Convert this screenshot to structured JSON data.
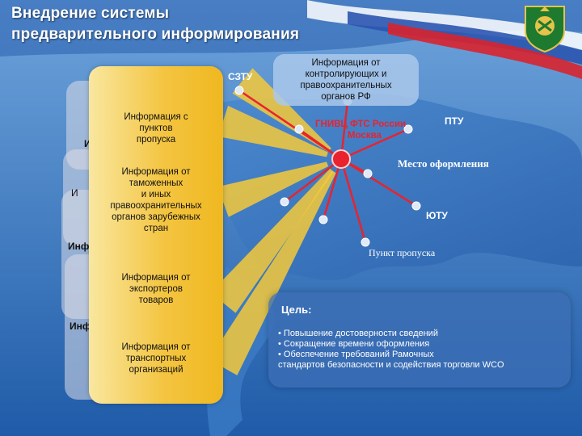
{
  "title": {
    "line1": "Внедрение системы",
    "line2": "предварительного информирования"
  },
  "colors": {
    "background": "#2e6fb7",
    "card": "#f4c542",
    "hub": "#e8232e",
    "line_red": "#e8232e",
    "arrow": "#f5c93a",
    "goal_box": "#3c6eb4"
  },
  "emblem_icon": "customs-emblem-icon",
  "cards": [
    {
      "lines": [
        "Информация с",
        "пунктов",
        "пропуска"
      ]
    },
    {
      "lines": [
        "Информация от",
        "таможенных",
        "и иных",
        "правоохранительных",
        "органов зарубежных",
        "стран"
      ]
    },
    {
      "lines": [
        "Информация от",
        "экспортеров",
        "товаров"
      ]
    },
    {
      "lines": [
        "Информация от",
        "транспортных",
        "организаций"
      ]
    }
  ],
  "clipped_labels": {
    "a": "И",
    "b": "Инф",
    "c": "Инф",
    "d": "И"
  },
  "top_info": {
    "lines": [
      "Информация от",
      "контролирующих и",
      "правоохранительных",
      "органов РФ"
    ]
  },
  "map_labels": {
    "sztu": "СЗТУ",
    "hub_name": "ГНИВЦ ФТС России",
    "hub_city": "Москва",
    "ptu": "ПТУ",
    "place": "Место оформления",
    "yutu": "ЮТУ",
    "checkpoint": "Пункт пропуска"
  },
  "goal": {
    "title": "Цель:",
    "items": [
      "• Повышение достоверности сведений",
      "• Сокращение времени оформления",
      "• Обеспечение требований Рамочных",
      "   стандартов безопасности и содействия торговли WCO"
    ]
  }
}
